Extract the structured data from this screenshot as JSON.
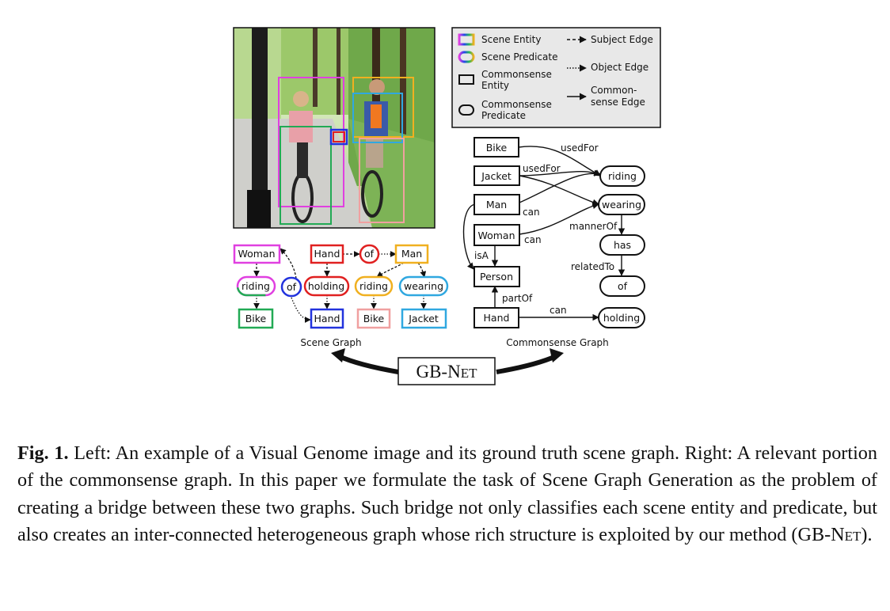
{
  "legend": {
    "scene_entity": "Scene Entity",
    "scene_predicate": "Scene Predicate",
    "commonsense_entity_1": "Commonsense",
    "commonsense_entity_2": "Entity",
    "commonsense_predicate_1": "Commonsense",
    "commonsense_predicate_2": "Predicate",
    "subject_edge": "Subject Edge",
    "object_edge": "Object Edge",
    "commonsense_edge_1": "Common-",
    "commonsense_edge_2": "sense Edge"
  },
  "scene_graph": {
    "title": "Scene Graph",
    "nodes": {
      "woman": "Woman",
      "riding_left": "riding",
      "bike_left": "Bike",
      "of_left": "of",
      "hand_top": "Hand",
      "of_top": "of",
      "man": "Man",
      "holding": "holding",
      "riding_right": "riding",
      "wearing": "wearing",
      "hand_bottom": "Hand",
      "bike_right": "Bike",
      "jacket": "Jacket"
    }
  },
  "commonsense_graph": {
    "title": "Commonsense Graph",
    "nodes": {
      "bike": "Bike",
      "jacket": "Jacket",
      "man": "Man",
      "woman": "Woman",
      "person": "Person",
      "hand": "Hand",
      "riding": "riding",
      "wearing": "wearing",
      "has": "has",
      "of": "of",
      "holding": "holding"
    },
    "edges": {
      "usedfor_bike": "usedFor",
      "usedfor_jacket": "usedFor",
      "can_man": "can",
      "can_woman": "can",
      "isa": "isA",
      "partof": "partOf",
      "can_hand": "can",
      "mannerof": "mannerOf",
      "relatedto": "relatedTo"
    }
  },
  "bridge": {
    "label_first": "GB-N",
    "label_rest": "et"
  },
  "caption": {
    "label": "Fig. 1.",
    "text_1": " Left: An example of a Visual Genome image and its ground truth scene graph. Right: A relevant portion of the commonsense graph. In this paper we formulate the task of Scene Graph Generation as the problem of creating a bridge between these two graphs. Such bridge not only classifies each scene entity and predicate, but also creates an inter-connected heterogeneous graph whose rich structure is exploited by our method (GB-N",
    "text_2": "et",
    "text_3": ")."
  },
  "colors": {
    "magenta": "#e040e0",
    "green": "#22aa55",
    "blue": "#2233dd",
    "red": "#e02020",
    "orange": "#f0b020",
    "salmon": "#f0a0a0",
    "cyan": "#30a8e0",
    "legend_bg": "#e8e8e8"
  }
}
